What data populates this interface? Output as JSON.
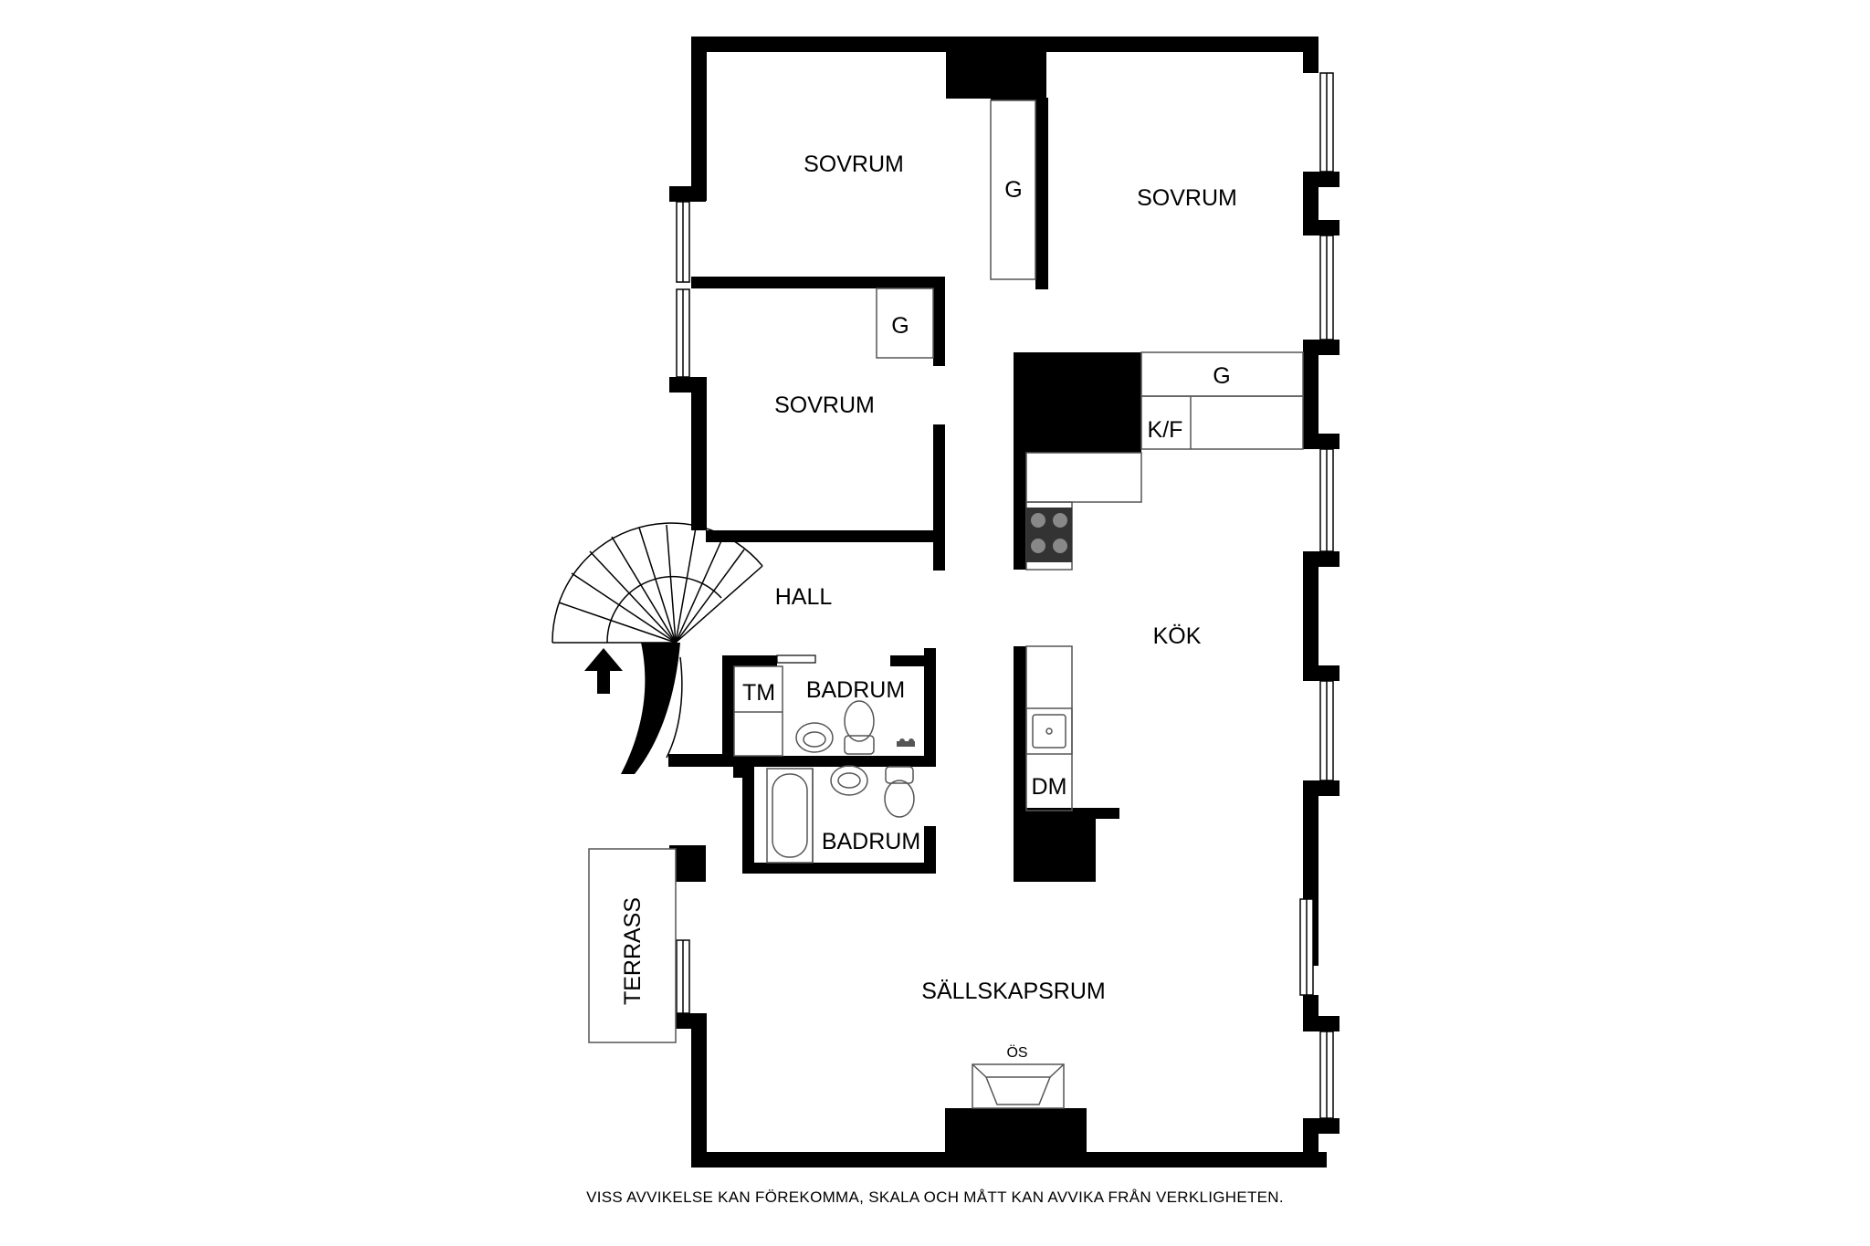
{
  "rooms": {
    "sovrum_top_left": "SOVRUM",
    "sovrum_top_right": "SOVRUM",
    "sovrum_middle": "SOVRUM",
    "hall": "HALL",
    "kok": "KÖK",
    "badrum_upper": "BADRUM",
    "badrum_lower": "BADRUM",
    "sallskapsrum": "SÄLLSKAPSRUM",
    "terrass": "TERRASS"
  },
  "fixtures": {
    "garderob_top": "G",
    "garderob_middle": "G",
    "garderob_kitchen": "G",
    "kyl_frys": "K/F",
    "tvattmaskin": "TM",
    "diskmaskin": "DM",
    "oppen_spis": "ÖS"
  },
  "disclaimer": "VISS AVVIKELSE KAN FÖREKOMMA, SKALA OCH MÅTT KAN AVVIKA FRÅN VERKLIGHETEN.",
  "colors": {
    "wall": "#000000",
    "background": "#ffffff",
    "fixture_line": "#555555"
  }
}
